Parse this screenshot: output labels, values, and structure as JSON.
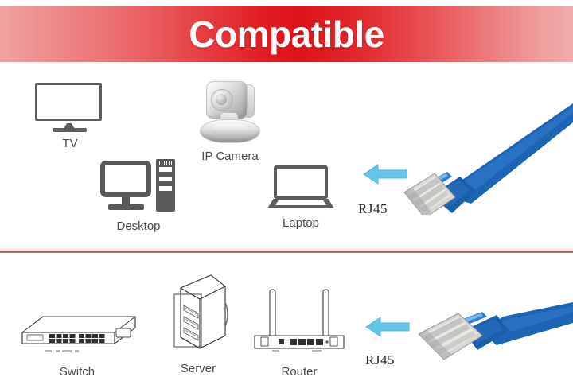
{
  "header": {
    "title": "Compatible",
    "banner_color_center": "#dd1318",
    "banner_color_edge": "#f2a3a3",
    "title_color": "#ffffff"
  },
  "divider": {
    "color": "#7d2b2e"
  },
  "theme": {
    "icon_gray": "#58595b",
    "label_gray": "#4a4a4a",
    "arrow_blue": "#63c6e8",
    "cable_blue": "#1e63b4",
    "connector_silver": "#c9c9c9"
  },
  "sections": [
    {
      "name": "top-devices",
      "devices": [
        {
          "id": "tv",
          "label": "TV",
          "icon": "tv-icon"
        },
        {
          "id": "ip-camera",
          "label": "IP Camera",
          "icon": "ip-camera-icon"
        },
        {
          "id": "desktop",
          "label": "Desktop",
          "icon": "desktop-computer-icon"
        },
        {
          "id": "laptop",
          "label": "Laptop",
          "icon": "laptop-icon"
        }
      ],
      "connector": {
        "label": "RJ45",
        "arrow": "left-arrow-icon",
        "cable": "ethernet-cable-blue"
      }
    },
    {
      "name": "bottom-devices",
      "devices": [
        {
          "id": "switch",
          "label": "Switch",
          "icon": "network-switch-icon"
        },
        {
          "id": "server",
          "label": "Server",
          "icon": "server-rack-icon"
        },
        {
          "id": "router",
          "label": "Router",
          "icon": "wifi-router-icon"
        }
      ],
      "connector": {
        "label": "RJ45",
        "arrow": "left-arrow-icon",
        "cable": "ethernet-cable-blue"
      }
    }
  ]
}
